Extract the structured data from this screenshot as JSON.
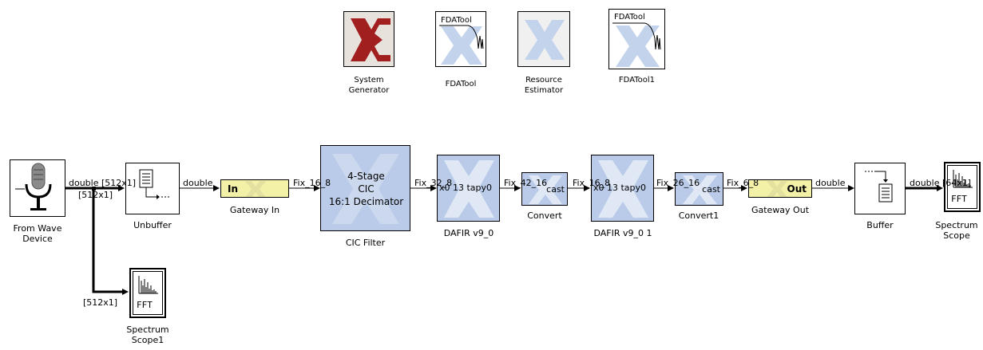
{
  "top_blocks": {
    "system_generator": "System\nGenerator",
    "fdatool": "FDATool",
    "fdatool_header": "FDATool",
    "resource_estimator": "Resource\nEstimator",
    "fdatool1": "FDATool1",
    "fdatool1_header": "FDATool"
  },
  "blocks": {
    "from_wave_device": "From Wave\nDevice",
    "unbuffer": "Unbuffer",
    "gateway_in": "Gateway In",
    "gateway_in_port": "In",
    "cic_filter": "CIC Filter",
    "cic_text": "4-Stage\nCIC\n16:1 Decimator",
    "dafir1": "DAFIR v9_0",
    "dafir1_inner": "x0 13 tapy0",
    "convert": "Convert",
    "convert_inner": "cast",
    "dafir2": "DAFIR v9_0 1",
    "dafir2_inner": "x0 13 tapy0",
    "convert1": "Convert1",
    "convert1_inner": "cast",
    "gateway_out": "Gateway Out",
    "gateway_out_port": "Out",
    "buffer": "Buffer",
    "spectrum_scope": "Spectrum\nScope",
    "spectrum_scope1": "Spectrum\nScope1",
    "fft_label": "FFT"
  },
  "signals": {
    "s1": "double [512x1]",
    "s1b": "[512x1]",
    "s2": "double",
    "s3": "Fix_16_8",
    "s4": "Fix_32_8",
    "s5": "Fix_42_16",
    "s6": "Fix_16_8",
    "s7": "Fix_26_16",
    "s8": "Fix_6_8",
    "s9": "double",
    "s10": "double [64x1]",
    "s11": "[512x1]"
  }
}
